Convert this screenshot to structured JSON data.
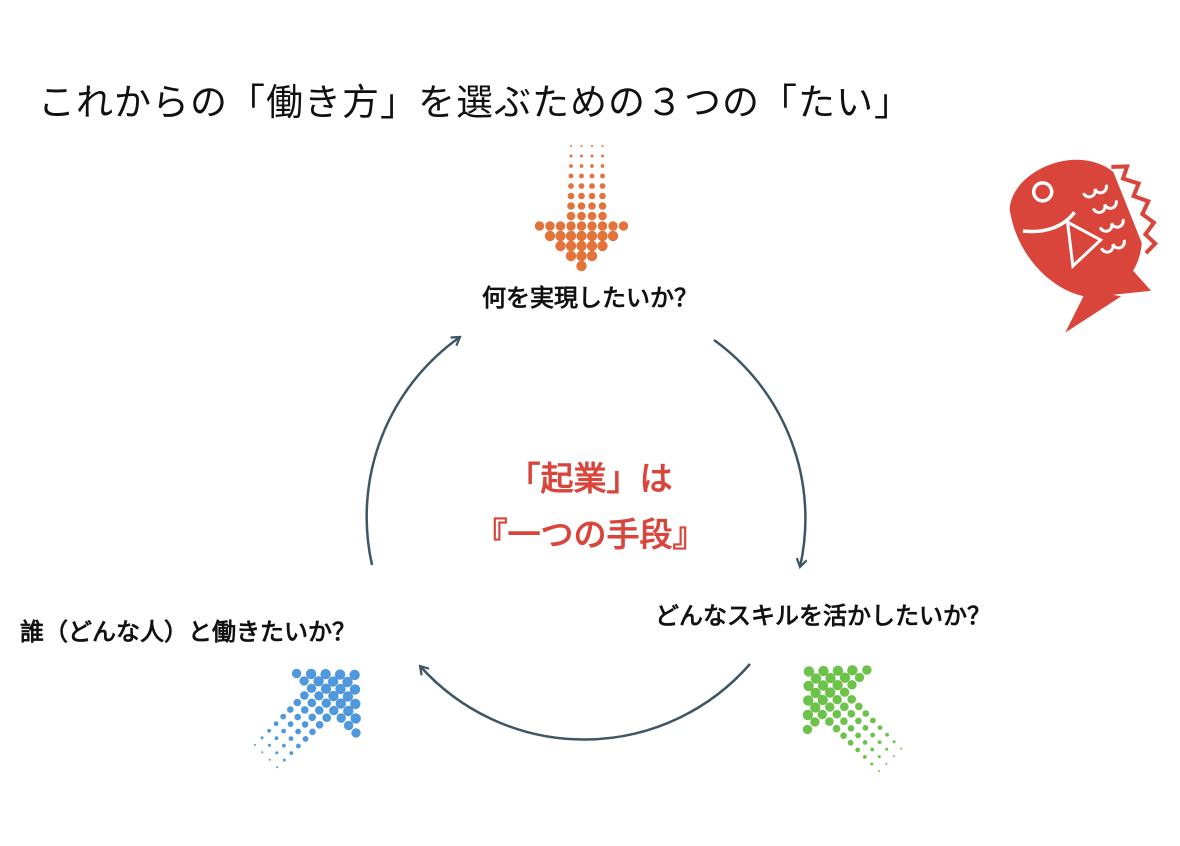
{
  "title": "これからの「働き方」を選ぶための３つの「たい」",
  "labels": {
    "top": "何を実現したいか？",
    "right": "どんなスキルを活かしたいか？",
    "left": "誰（どんな人）と働きたいか？"
  },
  "center": {
    "line1": "「起業」は",
    "line2": "『一つの手段』"
  },
  "colors": {
    "orange": "#e2733a",
    "blue": "#4f98dc",
    "green": "#6cc24a",
    "cycle": "#3e5566",
    "accent": "#d9453a",
    "fish": "#d9453a"
  },
  "icons": [
    "sea-bream-icon",
    "dotted-arrow-down",
    "dotted-arrow-up-right",
    "dotted-arrow-up-left",
    "cycle-arrows"
  ]
}
